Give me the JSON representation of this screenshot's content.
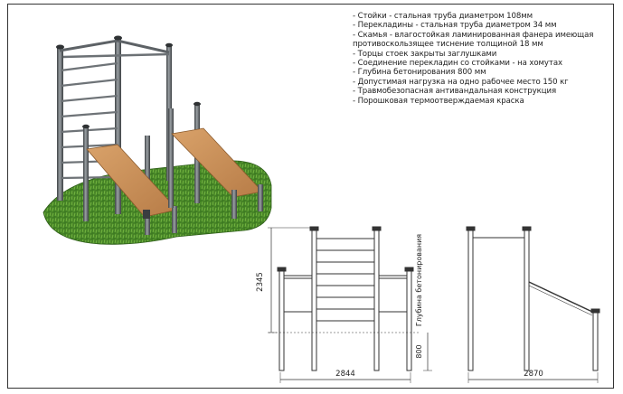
{
  "spec_list": [
    "- Стойки - стальная труба диаметром 108мм",
    "- Перекладины - стальная труба диаметром 34 мм",
    "- Скамья - влагостойкая ламинированная фанера имеющая",
    "противоскользящее тиснение толщиной 18 мм",
    "- Торцы стоек закрыты заглушками",
    "- Соединение перекладин со стойками - на хомутах",
    "- Глубина бетонирования 800 мм",
    "- Допустимая нагрузка на одно рабочее место 150 кг",
    "- Травмобезопасная антивандальная конструкция",
    "- Порошковая термоотверждаемая краска"
  ],
  "front_view": {
    "height_dim": "2345",
    "width_dim": "2844",
    "depth_dim": "800",
    "depth_label": "Глубина бетонирования"
  },
  "side_view": {
    "width_dim": "2870"
  },
  "colors": {
    "grass": "#4f8f2a",
    "metal": "#6a6e72",
    "wood": "#c98f5a",
    "line": "#333333"
  }
}
